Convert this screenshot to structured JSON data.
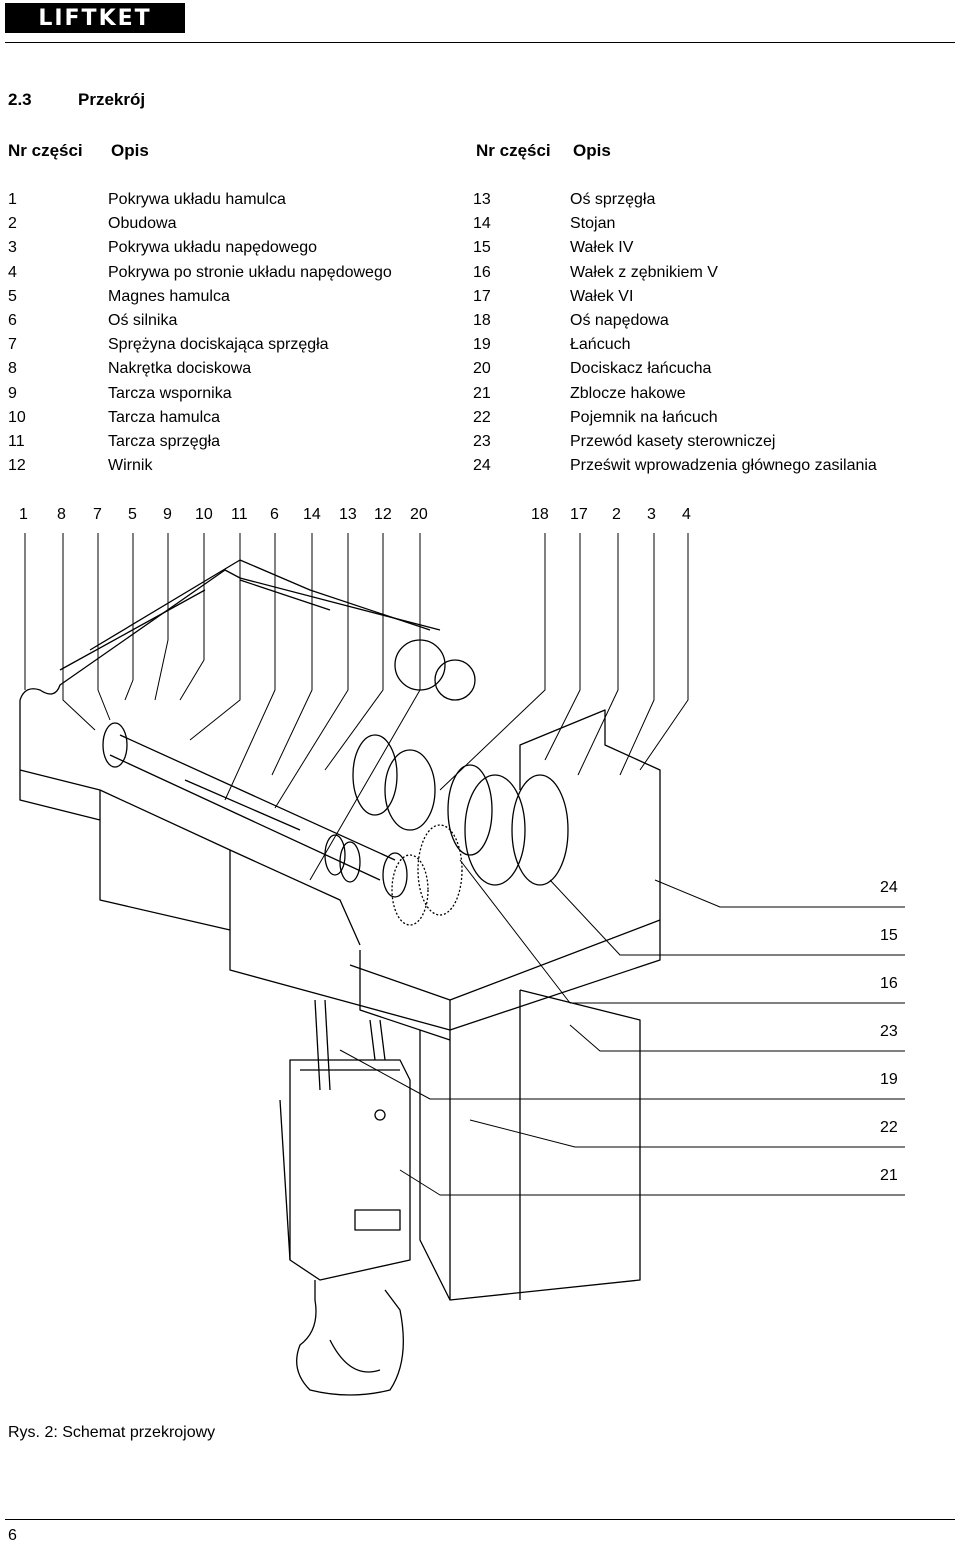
{
  "brand": "LIFTKET",
  "section": {
    "number": "2.3",
    "title": "Przekrój"
  },
  "headers": {
    "nr": "Nr części",
    "opis": "Opis"
  },
  "parts_left": [
    {
      "nr": "1",
      "opis": "Pokrywa układu hamulca"
    },
    {
      "nr": "2",
      "opis": "Obudowa"
    },
    {
      "nr": "3",
      "opis": "Pokrywa układu napędowego"
    },
    {
      "nr": "4",
      "opis": "Pokrywa po stronie układu napędowego"
    },
    {
      "nr": "5",
      "opis": "Magnes hamulca"
    },
    {
      "nr": "6",
      "opis": "Oś silnika"
    },
    {
      "nr": "7",
      "opis": "Sprężyna dociskająca sprzęgła"
    },
    {
      "nr": "8",
      "opis": "Nakrętka dociskowa"
    },
    {
      "nr": "9",
      "opis": "Tarcza wspornika"
    },
    {
      "nr": "10",
      "opis": "Tarcza hamulca"
    },
    {
      "nr": "11",
      "opis": "Tarcza sprzęgła"
    },
    {
      "nr": "12",
      "opis": "Wirnik"
    }
  ],
  "parts_right": [
    {
      "nr": "13",
      "opis": "Oś sprzęgła"
    },
    {
      "nr": "14",
      "opis": "Stojan"
    },
    {
      "nr": "15",
      "opis": "Wałek IV"
    },
    {
      "nr": "16",
      "opis": "Wałek z zębnikiem V"
    },
    {
      "nr": "17",
      "opis": "Wałek VI"
    },
    {
      "nr": "18",
      "opis": "Oś napędowa"
    },
    {
      "nr": "19",
      "opis": "Łańcuch"
    },
    {
      "nr": "20",
      "opis": "Dociskacz łańcucha"
    },
    {
      "nr": "21",
      "opis": "Zblocze hakowe"
    },
    {
      "nr": "22",
      "opis": "Pojemnik na łańcuch"
    },
    {
      "nr": "23",
      "opis": "Przewód kasety sterowniczej"
    },
    {
      "nr": "24",
      "opis": "Prześwit wprowadzenia głównego zasilania"
    }
  ],
  "callouts_top": [
    "1",
    "8",
    "7",
    "5",
    "9",
    "10",
    "11",
    "6",
    "14",
    "13",
    "12",
    "20",
    "18",
    "17",
    "2",
    "3",
    "4"
  ],
  "callouts_right": [
    "24",
    "15",
    "16",
    "23",
    "19",
    "22",
    "21"
  ],
  "caption": "Rys. 2: Schemat przekrojowy",
  "page_number": "6"
}
